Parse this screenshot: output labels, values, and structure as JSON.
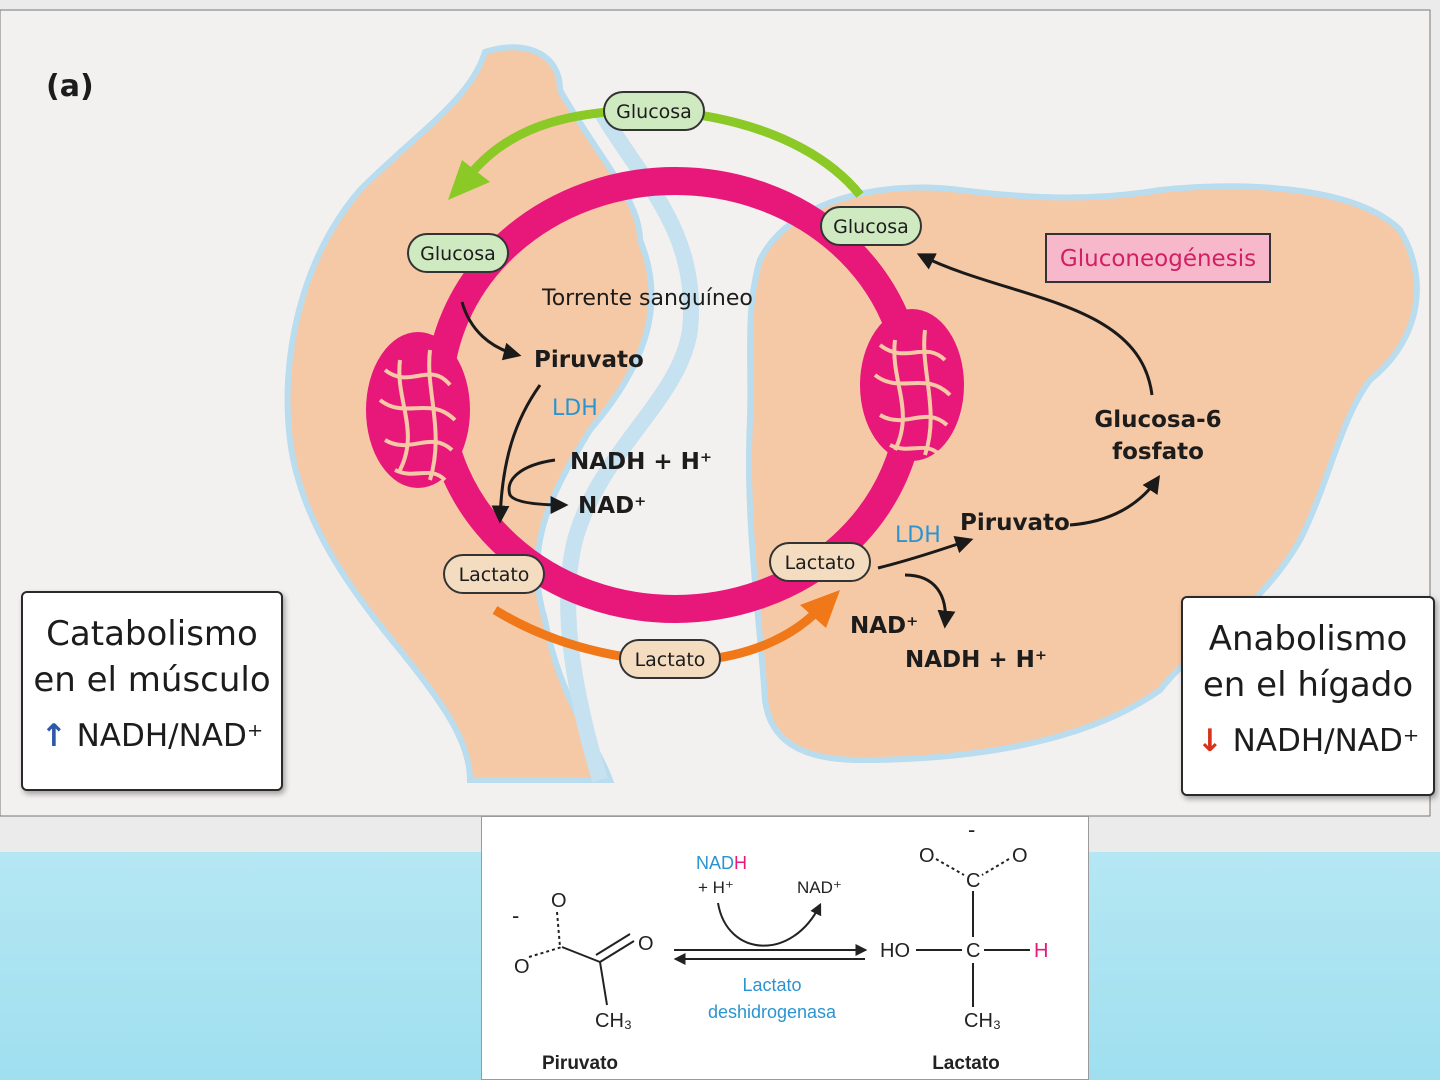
{
  "panel_label": "(a)",
  "pills": {
    "glucosa_top": "Glucosa",
    "glucosa_left": "Glucosa",
    "glucosa_right": "Glucosa",
    "lactato_left": "Lactato",
    "lactato_right": "Lactato",
    "lactato_bottom": "Lactato"
  },
  "gluconeogenesis": "Gluconeogénesis",
  "torrente": "Torrente sanguíneo",
  "muscle": {
    "piruvato": "Piruvato",
    "ldh": "LDH",
    "nadh": "NADH + H⁺",
    "nad": "NAD⁺"
  },
  "liver": {
    "glucosa6": "Glucosa-6",
    "fosfato": "fosfato",
    "ldh": "LDH",
    "piruvato": "Piruvato",
    "nad": "NAD⁺",
    "nadh": "NADH + H⁺"
  },
  "catabolismo_box": {
    "line1": "Catabolismo",
    "line2": "en el músculo",
    "arrow": "↑",
    "ratio": "NADH/NAD⁺"
  },
  "anabolismo_box": {
    "line1": "Anabolismo",
    "line2": "en el hígado",
    "arrow": "↓",
    "ratio": "NADH/NAD⁺"
  },
  "reaction": {
    "nadh_nad": "NAD",
    "nadh_h": "H",
    "plus_h": "+  H⁺",
    "nad_plus": "NAD⁺",
    "enzyme_line1": "Lactato",
    "enzyme_line2": "deshidrogenasa",
    "pyruvate_name": "Piruvato",
    "lactate_name": "Lactato",
    "minus": "-",
    "o": "O",
    "c": "C",
    "ho": "HO",
    "h": "H",
    "ch3": "CH₃"
  },
  "colors": {
    "blood": "#e8177a",
    "tissue": "#f6c9a6",
    "tissue_edge": "#b9dcee",
    "green_arrow": "#8ac926",
    "orange_arrow": "#f07818",
    "ldh_blue": "#2b94d0",
    "pill_green": "#cfe9c1",
    "pill_tan": "#f4dcc0",
    "glu_box": "#f7b8cb",
    "glu_text": "#d21f63"
  }
}
